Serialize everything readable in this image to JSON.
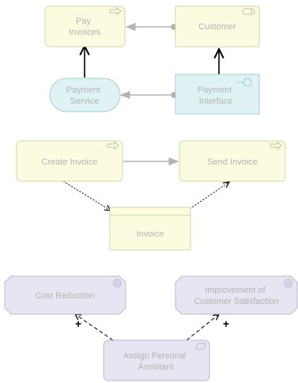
{
  "palette": {
    "business_fill": "#fbfbe0",
    "business_stroke": "#d6d6a8",
    "app_fill": "#dff3f5",
    "app_stroke": "#a3ccd2",
    "motivation_fill": "#e6e6f3",
    "motivation_stroke": "#b9b9d2",
    "text": "#b4b4b4",
    "arrow_dark": "#000000",
    "arrow_light": "#b4b4b4"
  },
  "diagram": {
    "nodes": {
      "pay_invoices": {
        "lines": [
          "Pay",
          "Invoices"
        ],
        "icon": "process-arrow-icon"
      },
      "customer": {
        "lines": [
          "Customer"
        ],
        "icon": "role-icon"
      },
      "payment_service": {
        "lines": [
          "Payment",
          "Service"
        ]
      },
      "payment_interface": {
        "lines": [
          "Payment",
          "Interface"
        ],
        "icon": "interface-lollipop-icon"
      },
      "create_invoice": {
        "lines": [
          "Create Invoice"
        ],
        "icon": "process-arrow-icon"
      },
      "send_invoice": {
        "lines": [
          "Send Invoice"
        ],
        "icon": "process-arrow-icon"
      },
      "invoice": {
        "lines": [
          "Invoice"
        ]
      },
      "cost_reduction": {
        "lines": [
          "Cost Reduction"
        ],
        "icon": "goal-target-icon"
      },
      "improvement": {
        "lines": [
          "Improvement of",
          "Customer Satisfaction"
        ],
        "icon": "goal-target-icon"
      },
      "assign_assistant": {
        "lines": [
          "Assign Personal",
          "Assistant"
        ],
        "icon": "work-package-icon"
      }
    },
    "influence_labels": [
      "+",
      "+"
    ]
  }
}
